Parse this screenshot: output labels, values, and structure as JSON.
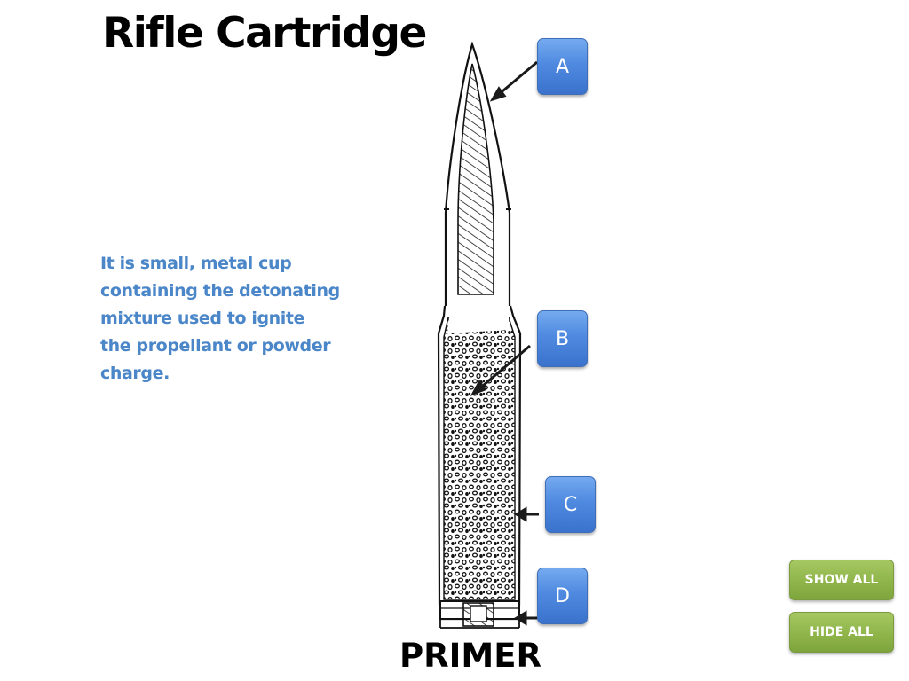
{
  "slide": {
    "title": "Rifle Cartridge",
    "description": "It is small, metal cup containing the detonating mixture used to ignite the propellant or powder charge.",
    "answer": "PRIMER"
  },
  "labels": [
    {
      "id": "a",
      "text": "A"
    },
    {
      "id": "b",
      "text": "B"
    },
    {
      "id": "c",
      "text": "C"
    },
    {
      "id": "d",
      "text": "D"
    }
  ],
  "controls": {
    "show_all": "SHOW ALL",
    "hide_all": "HIDE ALL"
  },
  "colors": {
    "description_text": "#4a86c8",
    "label_button": "#4f8ae0",
    "control_button": "#8fb54a",
    "title_text": "#000000"
  }
}
